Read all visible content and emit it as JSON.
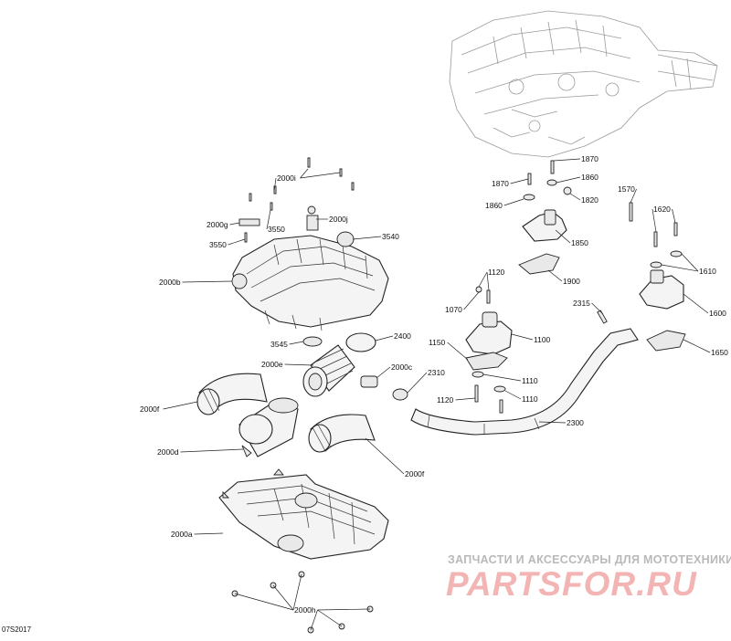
{
  "diagram_code": "07S2017",
  "watermark": {
    "tagline": "ЗАПЧАСТИ И АКСЕССУАРЫ ДЛЯ МОТОТЕХНИКИ",
    "logo": "PARTSFOR.RU"
  },
  "callouts": [
    {
      "id": "c-2000i",
      "label": "2000i"
    },
    {
      "id": "c-2000g",
      "label": "2000g"
    },
    {
      "id": "c-3550a",
      "label": "3550"
    },
    {
      "id": "c-2000j",
      "label": "2000j"
    },
    {
      "id": "c-3550b",
      "label": "3550"
    },
    {
      "id": "c-3540",
      "label": "3540"
    },
    {
      "id": "c-2000b",
      "label": "2000b"
    },
    {
      "id": "c-3545",
      "label": "3545"
    },
    {
      "id": "c-2400",
      "label": "2400"
    },
    {
      "id": "c-2000e",
      "label": "2000e"
    },
    {
      "id": "c-2000c",
      "label": "2000c"
    },
    {
      "id": "c-2310",
      "label": "2310"
    },
    {
      "id": "c-2000f-a",
      "label": "2000f"
    },
    {
      "id": "c-2000d",
      "label": "2000d"
    },
    {
      "id": "c-2000f-b",
      "label": "2000f"
    },
    {
      "id": "c-2000a",
      "label": "2000a"
    },
    {
      "id": "c-2000h",
      "label": "2000h"
    },
    {
      "id": "c-1870a",
      "label": "1870"
    },
    {
      "id": "c-1870b",
      "label": "1870"
    },
    {
      "id": "c-1860a",
      "label": "1860"
    },
    {
      "id": "c-1820",
      "label": "1820"
    },
    {
      "id": "c-1860b",
      "label": "1860"
    },
    {
      "id": "c-1850",
      "label": "1850"
    },
    {
      "id": "c-1570",
      "label": "1570"
    },
    {
      "id": "c-1620",
      "label": "1620"
    },
    {
      "id": "c-1610",
      "label": "1610"
    },
    {
      "id": "c-1900",
      "label": "1900"
    },
    {
      "id": "c-1600",
      "label": "1600"
    },
    {
      "id": "c-1120a",
      "label": "1120"
    },
    {
      "id": "c-1070",
      "label": "1070"
    },
    {
      "id": "c-2315",
      "label": "2315"
    },
    {
      "id": "c-1100",
      "label": "1100"
    },
    {
      "id": "c-1150",
      "label": "1150"
    },
    {
      "id": "c-1650",
      "label": "1650"
    },
    {
      "id": "c-1110a",
      "label": "1110"
    },
    {
      "id": "c-1110b",
      "label": "1110"
    },
    {
      "id": "c-1120b",
      "label": "1120"
    },
    {
      "id": "c-2300",
      "label": "2300"
    }
  ]
}
